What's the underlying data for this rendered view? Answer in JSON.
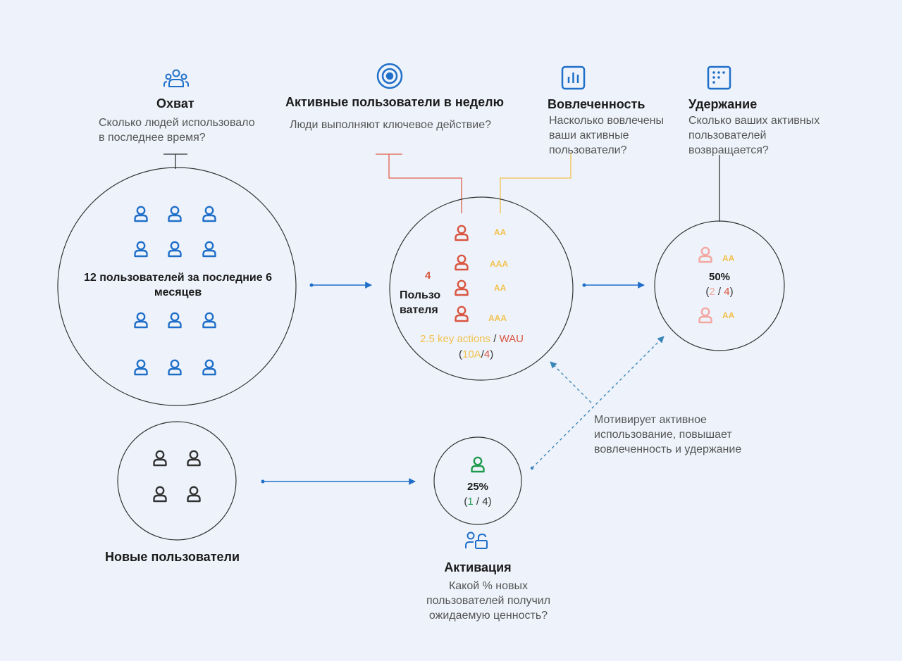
{
  "colors": {
    "background": "#eef3fb",
    "blue": "#1f6fc9",
    "red": "#d9553f",
    "yellow": "#f2c14e",
    "pink": "#f3a7a1",
    "green": "#1f9a4e",
    "dark": "#333333",
    "dashed": "#3b86b8"
  },
  "reach": {
    "icon": "users-group-icon",
    "title": "Охват",
    "question_line1": "Сколько людей использовало",
    "question_line2": "в последнее время?",
    "circle_label": "12 пользователей за последние 6 месяцев",
    "user_count": 12
  },
  "wau": {
    "icon": "target-icon",
    "title": "Активные пользователи в неделю",
    "question": "Люди выполняют ключевое действие?",
    "count": "4",
    "count_label_line1": "Пользо",
    "count_label_line2": "вателя",
    "actions": [
      "AA",
      "AAA",
      "AA",
      "AAA"
    ],
    "metric_key_actions": "2.5 key actions",
    "metric_sep": " / ",
    "metric_wau": "WAU",
    "formula_open": "(",
    "formula_num": "10A",
    "formula_sep": "/",
    "formula_den": "4",
    "formula_close": ")"
  },
  "engagement": {
    "icon": "bar-chart-icon",
    "title": "Вовлеченность",
    "question_line1": "Насколько вовлечены",
    "question_line2": "ваши активные",
    "question_line3": "пользователи?"
  },
  "retention": {
    "icon": "dots-grid-icon",
    "title": "Удержание",
    "question_line1": "Сколько ваших активных",
    "question_line2": "пользователей",
    "question_line3": "возвращается?",
    "actions": [
      "AA",
      "AA"
    ],
    "percent": "50%",
    "formula_open": "(",
    "formula_num": "2",
    "formula_sep": " / ",
    "formula_den": "4",
    "formula_close": ")"
  },
  "new_users": {
    "title": "Новые пользователи",
    "user_count": 4
  },
  "activation": {
    "icon": "user-unlock-icon",
    "title": "Активация",
    "question_line1": "Какой % новых",
    "question_line2": "пользователей получил",
    "question_line3": "ожидаемую ценность?",
    "percent": "25%",
    "formula_open": "(",
    "formula_num": "1",
    "formula_sep": " / ",
    "formula_den": "4",
    "formula_close": ")"
  },
  "note": {
    "line1": "Мотивирует активное",
    "line2": "использование, повышает",
    "line3": "вовлеченность и удержание"
  }
}
